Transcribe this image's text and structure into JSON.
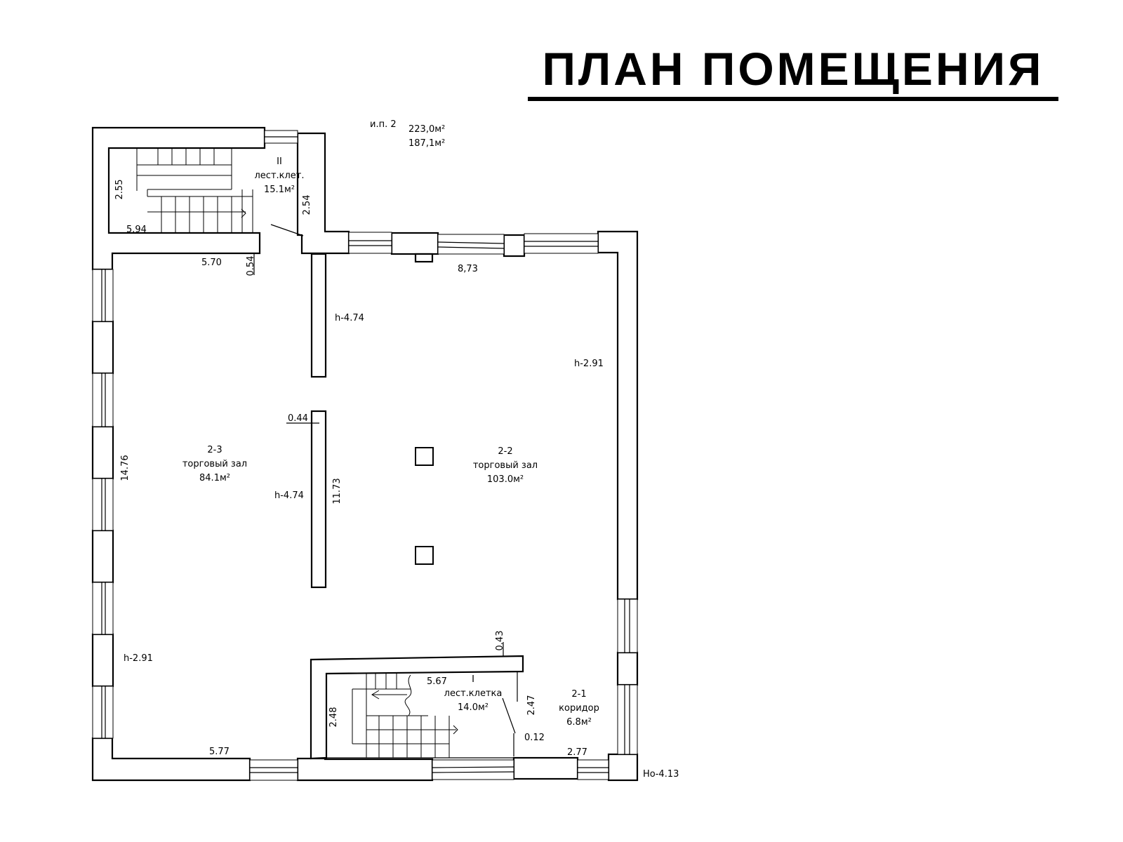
{
  "title": "ПЛАН ПОМЕЩЕНИЯ",
  "summary": {
    "unit_label": "и.п. 2",
    "total_area": "223,0м²",
    "useful_area": "187,1м²"
  },
  "rooms": {
    "stair_ii": {
      "number": "II",
      "name": "лест.клет.",
      "area": "15.1м²"
    },
    "hall_2_3": {
      "number": "2-3",
      "name": "торговый зал",
      "area": "84.1м²"
    },
    "hall_2_2": {
      "number": "2-2",
      "name": "торговый зал",
      "area": "103.0м²"
    },
    "stair_i": {
      "number": "I",
      "name": "лест.клетка",
      "area": "14.0м²"
    },
    "corridor_2_1": {
      "number": "2-1",
      "name": "коридор",
      "area": "6.8м²"
    }
  },
  "heights": {
    "upper_partition": "h-4.74",
    "lower_partition": "h-4.74",
    "right_hall": "h-2.91",
    "left_hall": "h-2.91"
  },
  "dimensions": {
    "stair_ii_height": "2.55",
    "stair_ii_width": "5.94",
    "stair_ii_side": "2.54",
    "top_left_wall": "5.70",
    "top_left_wall_thickness": "0.54",
    "top_right_wall": "8,73",
    "partition_thickness": "0.44",
    "left_wall_length": "14.76",
    "partition_length": "11.73",
    "stair_i_top_thickness": "0.43",
    "stair_i_width": "5.67",
    "stair_i_height": "2.48",
    "stair_i_side": "2.47",
    "corridor_wall": "0.12",
    "corridor_width": "2.77",
    "bottom_left_wall": "5.77"
  },
  "elevation": "Но-4.13"
}
